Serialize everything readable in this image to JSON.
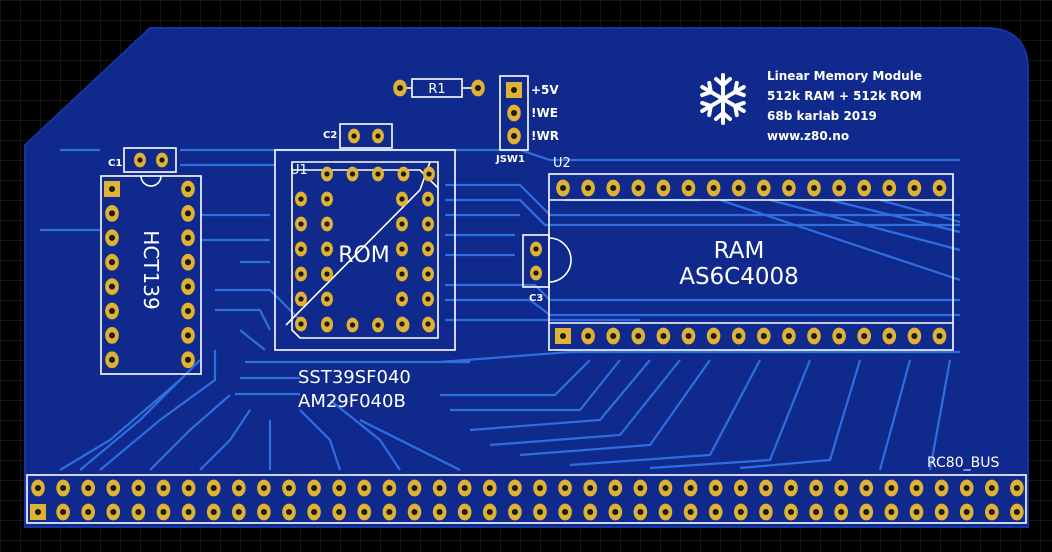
{
  "board": {
    "title_lines": [
      "Linear Memory Module",
      "512k RAM + 512k ROM",
      "68b karlab 2019",
      "www.z80.no"
    ],
    "bus_label": "RC80_BUS",
    "colors": {
      "background": "#000000",
      "grid": "#2a2a2a",
      "board": "#0f2a8c",
      "trace": "#2f6ee0",
      "silkscreen": "#ffffff",
      "pad_gold": "#e0b233",
      "pad_hole": "#1a1a1a"
    }
  },
  "components": {
    "r1": {
      "ref": "R1"
    },
    "c1": {
      "ref": "C1"
    },
    "c2": {
      "ref": "C2"
    },
    "c3": {
      "ref": "C3"
    },
    "jsw1": {
      "ref": "JSW1",
      "pins": [
        "+5V",
        "!WE",
        "!WR"
      ]
    },
    "u1": {
      "ref": "U1",
      "value": "ROM",
      "parts": [
        "SST39SF040",
        "AM29F040B"
      ]
    },
    "u2": {
      "ref": "U2",
      "value_lines": [
        "RAM",
        "AS6C4008"
      ]
    },
    "u3": {
      "value": "HCT139"
    }
  },
  "icons": [
    "snowflake-icon"
  ]
}
